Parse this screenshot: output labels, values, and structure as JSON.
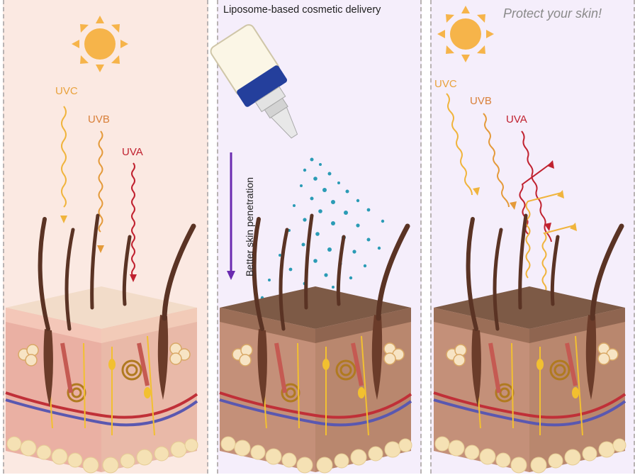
{
  "panels": {
    "left": {
      "rays": {
        "uvc": "UVC",
        "uvb": "UVB",
        "uva": "UVA"
      }
    },
    "middle": {
      "title": "Liposome-based cosmetic delivery",
      "arrow_label": "Better skin penetration"
    },
    "right": {
      "title": "Protect your skin!",
      "rays": {
        "uvc": "UVC",
        "uvb": "UVB",
        "uva": "UVA"
      }
    }
  },
  "colors": {
    "uvc": "#f0b43c",
    "uvb": "#e49a3a",
    "uva": "#c0212f",
    "sun": "#f6b44a",
    "liposome": "#2a9bb5",
    "arrow": "#6a2bb0"
  }
}
